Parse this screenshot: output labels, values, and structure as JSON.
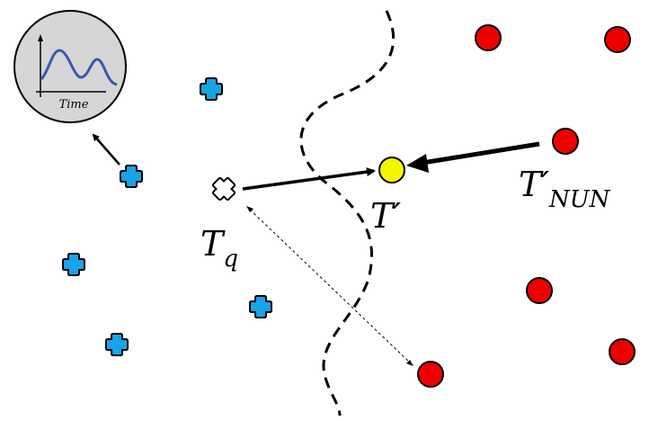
{
  "labels": {
    "query": "T",
    "query_sub": "q",
    "counterfactual": "T′",
    "nun": "T′",
    "nun_sub": "NUN",
    "inset_axis": "Time"
  },
  "colors": {
    "class_a": "#1aa3e6",
    "class_b": "#ee0000",
    "counterfactual": "#f5f500",
    "inset_bg": "#d6d6d6",
    "inset_curve": "#3a5aa8"
  }
}
